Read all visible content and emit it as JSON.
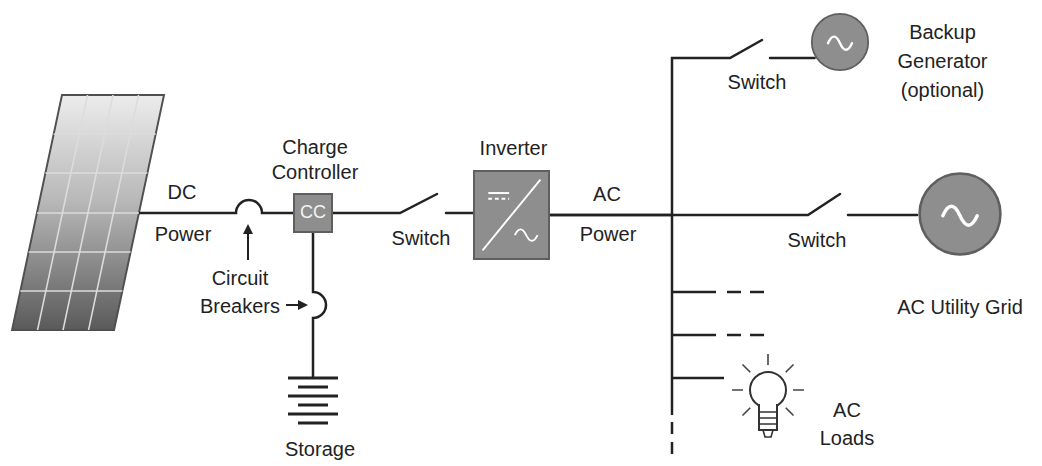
{
  "diagram": {
    "nodes": [
      {
        "text": [
          "Charge Controller",
          "CC"
        ]
      },
      {
        "text": [
          "Inverter"
        ]
      },
      {
        "text": [
          "Backup Generator (optional)"
        ]
      },
      {
        "text": [
          "AC Utility Grid"
        ]
      }
    ],
    "edges": [
      {
        "from": 0,
        "to": 1,
        "arrow": "none",
        "label": "Switch"
      },
      {
        "from": 1,
        "to": 2,
        "arrow": "none",
        "label": "Switch"
      },
      {
        "from": 1,
        "to": 3,
        "arrow": "none",
        "label": "Switch"
      }
    ],
    "labels": [
      "DC",
      "Power",
      "Circuit Breakers",
      "Storage",
      "AC",
      "Power",
      "AC Loads"
    ]
  }
}
